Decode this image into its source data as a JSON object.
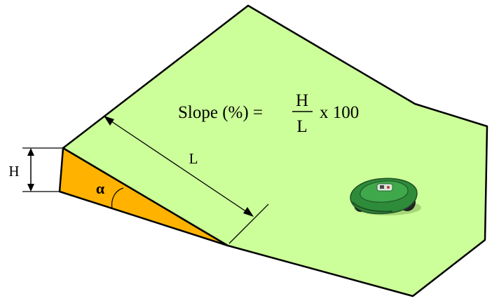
{
  "labels": {
    "height": "H",
    "length": "L",
    "angle": "α"
  },
  "formula": {
    "prefix": "Slope (%) =",
    "numerator": "H",
    "denominator": "L",
    "suffix": "x 100"
  },
  "colors": {
    "lawn": "#ccff99",
    "slope_face": "#ffb300",
    "outline": "#000000",
    "mower_body": "#2e8b3a",
    "mower_dark": "#1f4f24",
    "mower_wheel": "#222222"
  },
  "icons": {
    "robot": "robotic-lawn-mower-icon"
  }
}
